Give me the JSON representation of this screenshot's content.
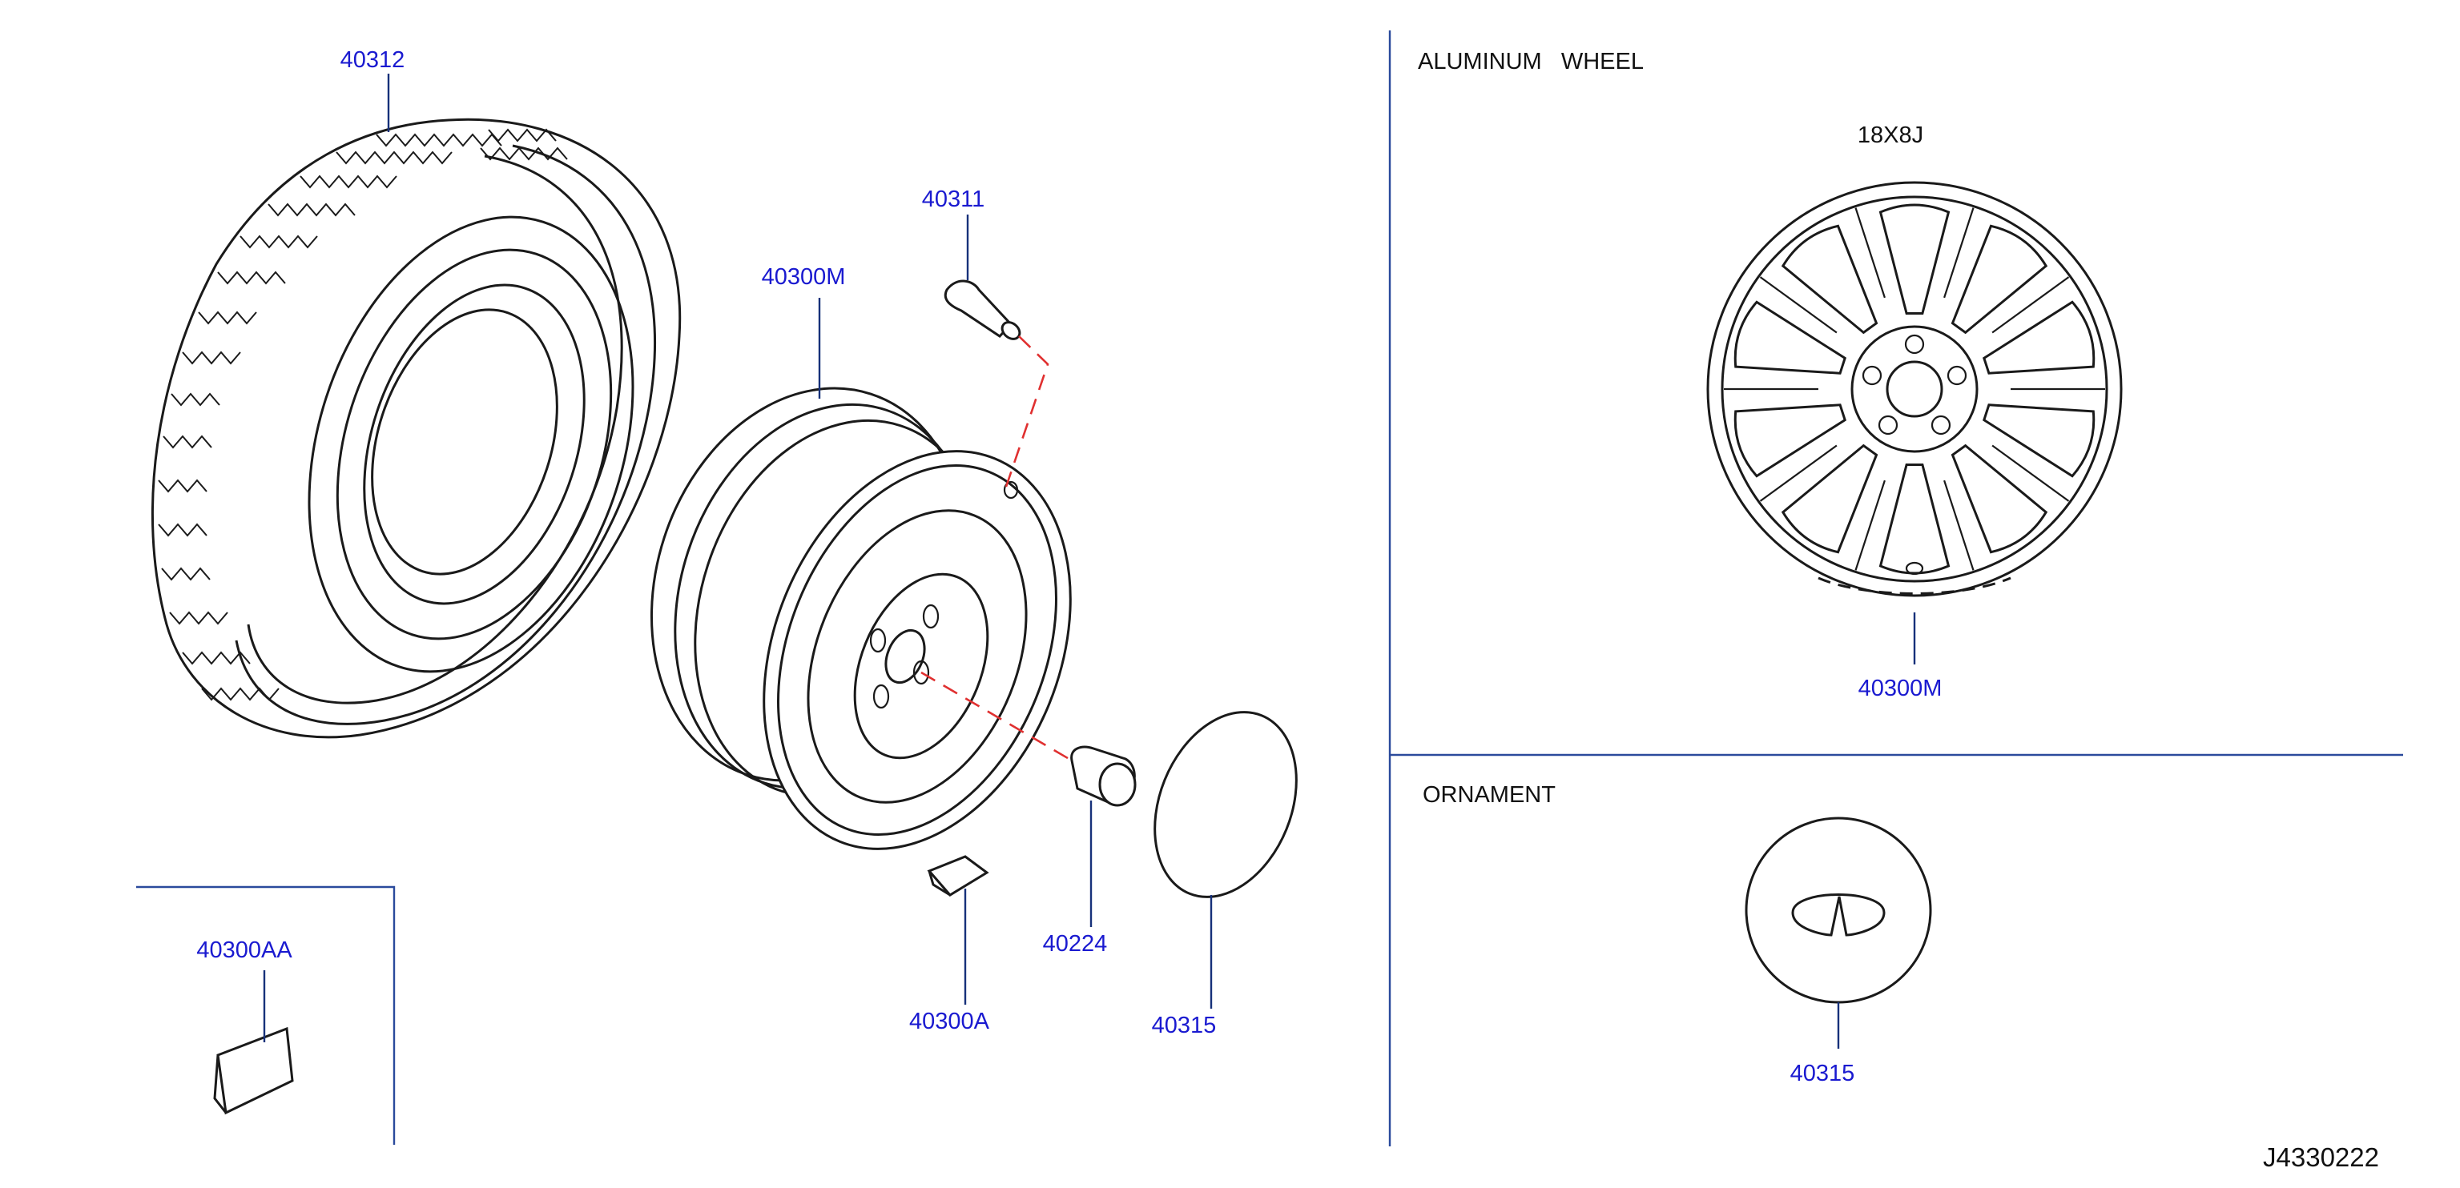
{
  "sections": {
    "aluminum_wheel": {
      "title": "ALUMINUM   WHEEL",
      "size": "18X8J"
    },
    "ornament": {
      "title": "ORNAMENT"
    }
  },
  "callouts": {
    "tire": "40312",
    "valve": "40311",
    "steel_wheel": "40300M",
    "wheel_nut": "40224",
    "balance_weight": "40300A",
    "balance_weight_adhesive": "40300AA",
    "wheel_cover": "40315",
    "aluminum_wheel": "40300M",
    "ornament": "40315"
  },
  "diagram_id": "J4330222",
  "colors": {
    "callout_text": "#1a1ad0",
    "leader_line": "#17317a",
    "divider_line": "#2a4a9c",
    "assembly_dash": "#e03030",
    "drawing_line": "#1a1a1a"
  }
}
